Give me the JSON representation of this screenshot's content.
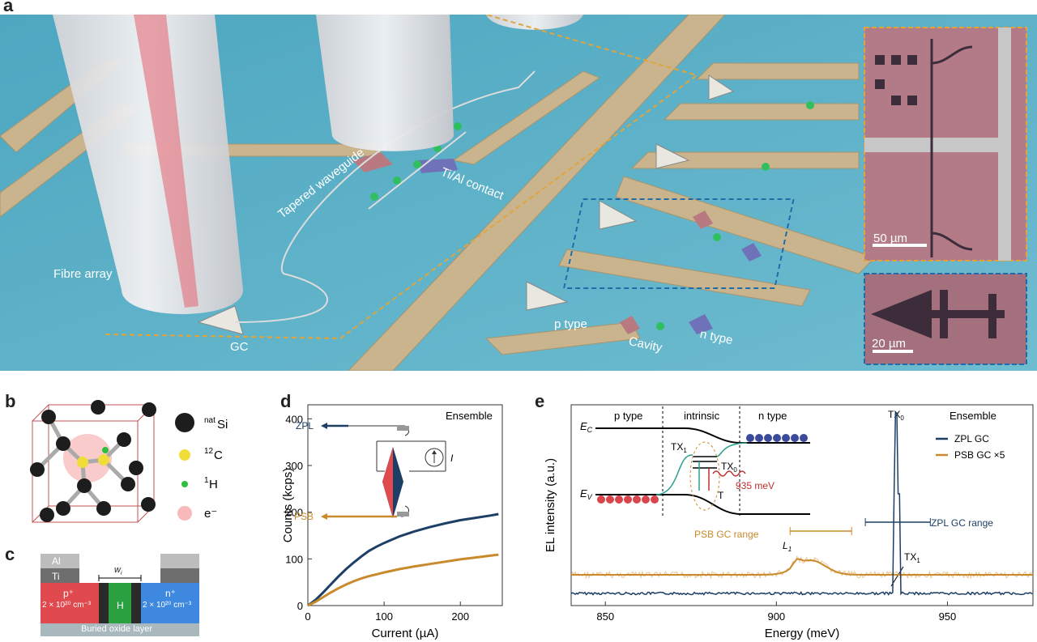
{
  "panels": {
    "a": "a",
    "b": "b",
    "c": "c",
    "d": "d",
    "e": "e"
  },
  "panel_a": {
    "fibre_array": "Fibre array",
    "gc": "GC",
    "tapered_waveguide": "Tapered waveguide",
    "contact": "Ti/Al contact",
    "p_type": "p type",
    "cavity": "Cavity",
    "n_type": "n type",
    "scale1": "50 µm",
    "scale2": "20 µm",
    "colors": {
      "substrate": "#5fb1c7",
      "metal": "#c9b48d",
      "p_contact": "#b87a80",
      "n_contact": "#6f72b8",
      "inset": "#b27b87"
    }
  },
  "panel_b": {
    "legend": [
      {
        "pre": "nat",
        "main": "Si"
      },
      {
        "pre": "12",
        "main": "C"
      },
      {
        "pre": "1",
        "main": "H"
      },
      {
        "pre": "",
        "main": "e⁻"
      }
    ]
  },
  "panel_c": {
    "al": "Al",
    "ti": "Ti",
    "wi": "w",
    "p": "p⁺",
    "p_conc": "2 × 10²⁰ cm⁻³",
    "h": "H",
    "n": "n⁺",
    "n_conc": "2 × 10²⁰ cm⁻³",
    "box": "Buried oxide layer"
  },
  "panel_d": {
    "ensemble": "Ensemble",
    "zpl": "ZPL",
    "psb": "PSB",
    "current_symbol": "I",
    "chart_data": {
      "type": "line",
      "xlabel": "Current (µA)",
      "ylabel": "Counts (kcps)",
      "xlim": [
        0,
        255
      ],
      "ylim": [
        0,
        430
      ],
      "xticks": [
        0,
        100,
        200
      ],
      "yticks": [
        0,
        100,
        200,
        300,
        400
      ],
      "series": [
        {
          "name": "ZPL",
          "color": "#1d3f66",
          "x": [
            0,
            10,
            20,
            30,
            40,
            50,
            60,
            70,
            80,
            90,
            100,
            120,
            140,
            160,
            180,
            200,
            220,
            240,
            250
          ],
          "y": [
            0,
            12,
            28,
            45,
            62,
            78,
            92,
            105,
            117,
            126,
            134,
            148,
            159,
            168,
            176,
            183,
            188,
            193,
            196
          ]
        },
        {
          "name": "PSB",
          "color": "#c98a2b",
          "x": [
            0,
            10,
            20,
            30,
            40,
            50,
            60,
            70,
            80,
            90,
            100,
            120,
            140,
            160,
            180,
            200,
            220,
            240,
            250
          ],
          "y": [
            0,
            8,
            18,
            28,
            37,
            45,
            52,
            58,
            63,
            67,
            71,
            78,
            84,
            89,
            94,
            99,
            103,
            107,
            109
          ]
        }
      ]
    }
  },
  "panel_e": {
    "p_type": "p type",
    "intrinsic": "intrinsic",
    "n_type": "n type",
    "ec": "E",
    "ec_sub": "C",
    "ev": "E",
    "ev_sub": "V",
    "tx1": "TX",
    "tx1_sub": "1",
    "tx0": "TX",
    "tx0_sub": "0",
    "t": "T",
    "energy": "935 meV",
    "ensemble": "Ensemble",
    "tx0_peak": "TX",
    "tx0_peak_sub": "0",
    "tx1_peak": "TX",
    "tx1_peak_sub": "1",
    "l1": "L",
    "l1_sub": "1",
    "zpl_range": "ZPL GC range",
    "psb_range": "PSB GC range",
    "chart_data": {
      "type": "line",
      "xlabel": "Energy (meV)",
      "ylabel": "EL intensity (a.u.)",
      "xlim": [
        840,
        975
      ],
      "xticks": [
        850,
        900,
        950
      ],
      "series": [
        {
          "name": "ZPL GC",
          "color": "#1d3f66"
        },
        {
          "name": "PSB GC ×5",
          "color": "#c98a2b"
        }
      ],
      "zpl_gc_range": [
        926,
        945
      ],
      "psb_gc_range": [
        904,
        922
      ]
    }
  }
}
